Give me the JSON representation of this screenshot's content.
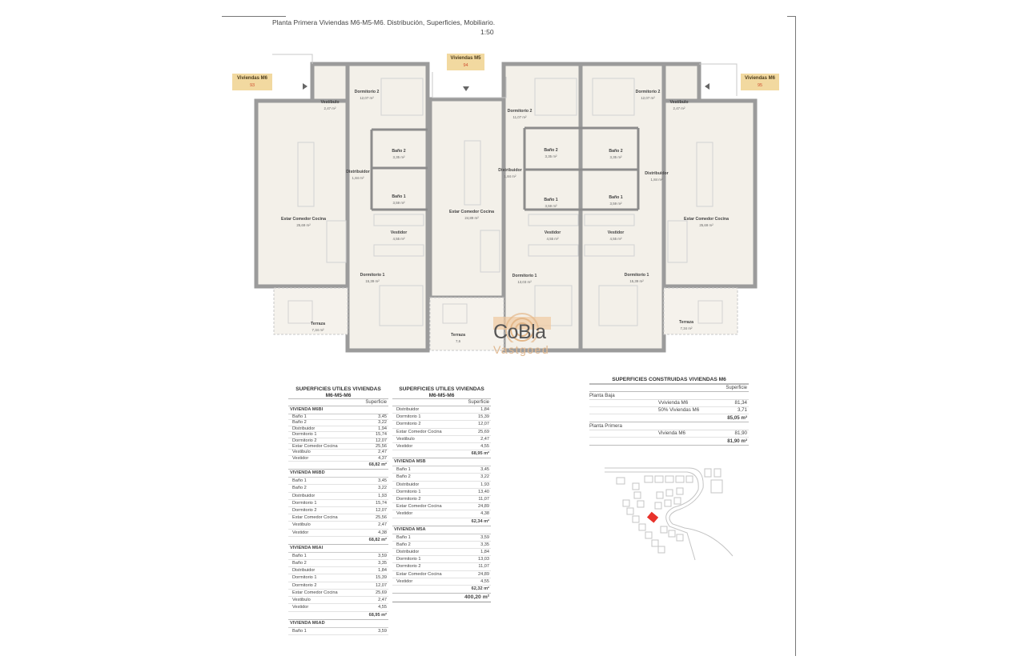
{
  "header": {
    "title": "Planta Primera Viviendas M6-M5-M6. Distribución, Superficies, Mobiliario.",
    "scale": "1:50"
  },
  "colors": {
    "wall": "#9b9b9b",
    "floor": "#f3f0e9",
    "tag": "#f2d9a0",
    "tag_code": "#d05030",
    "location_marker": "#e8322b"
  },
  "plan": {
    "tags": [
      {
        "name": "Viviendas M6",
        "code": "93"
      },
      {
        "name": "Viviendas M5",
        "code": "94"
      },
      {
        "name": "Viviendas M6",
        "code": "95"
      }
    ],
    "rooms": [
      {
        "name": "Vestíbulo",
        "area": "2,47 m²"
      },
      {
        "name": "Dormitorio 2",
        "area": "12,07 m²"
      },
      {
        "name": "Baño 2",
        "area": "3,35 m²"
      },
      {
        "name": "Distribuidor",
        "area": "1,84 m²"
      },
      {
        "name": "Baño 1",
        "area": "3,59 m²"
      },
      {
        "name": "Estar Comedor Cocina",
        "area": "25,69 m²"
      },
      {
        "name": "Vestidor",
        "area": "4,55 m²"
      },
      {
        "name": "Dormitorio 1",
        "area": "15,39 m²"
      },
      {
        "name": "Terraza",
        "area": "7,34 m²"
      },
      {
        "name": "Estar Comedor Cocina",
        "area": "24,89 m²"
      },
      {
        "name": "Dormitorio 2",
        "area": "11,07 m²"
      },
      {
        "name": "Baño 2",
        "area": "3,35 m²"
      },
      {
        "name": "Distribuidor",
        "area": "1,84 m²"
      },
      {
        "name": "Baño 1",
        "area": "3,59 m²"
      },
      {
        "name": "Vestidor",
        "area": "4,55 m²"
      },
      {
        "name": "Dormitorio 1",
        "area": "13,03 m²"
      },
      {
        "name": "Terraza",
        "area": "7,6"
      },
      {
        "name": "Dormitorio 2",
        "area": "12,07 m²"
      },
      {
        "name": "Vestíbulo",
        "area": "2,47 m²"
      },
      {
        "name": "Baño 2",
        "area": "3,35 m²"
      },
      {
        "name": "Distribuidor",
        "area": "1,84 m²"
      },
      {
        "name": "Baño 1",
        "area": "3,59 m²"
      },
      {
        "name": "Estar Comedor Cocina",
        "area": "25,69 m²"
      },
      {
        "name": "Vestidor",
        "area": "4,55 m²"
      },
      {
        "name": "Dormitorio 1",
        "area": "15,39 m²"
      },
      {
        "name": "Terraza",
        "area": "7,34 m²"
      }
    ]
  },
  "watermark": {
    "brand": "CoBla",
    "sub": "Vastgoed"
  },
  "tables": {
    "utiles_left": {
      "title1": "SUPERFICIES UTILES VIVIENDAS",
      "title2": "M6-M5-M6",
      "col_header": "Superficie",
      "groups": [
        {
          "name": "VIVIENDA M6BI",
          "rows": [
            {
              "label": "Baño 1",
              "value": "3,45"
            },
            {
              "label": "Baño 2",
              "value": "3,22"
            },
            {
              "label": "Distribuidor",
              "value": "1,94"
            },
            {
              "label": "Dormitorio 1",
              "value": "15,74"
            },
            {
              "label": "Dormitorio 2",
              "value": "12,07"
            },
            {
              "label": "Estar Comedor Cocina",
              "value": "25,56"
            },
            {
              "label": "Vestibulo",
              "value": "2,47"
            },
            {
              "label": "Vestidor",
              "value": "4,37"
            }
          ],
          "total": "68,82 m²"
        },
        {
          "name": "VIVIENDA M6BD",
          "rows": [
            {
              "label": "Baño 1",
              "value": "3,45"
            },
            {
              "label": "Baño 2",
              "value": "3,22"
            },
            {
              "label": "Distribuidor",
              "value": "1,93"
            },
            {
              "label": "Dormitorio 1",
              "value": "15,74"
            },
            {
              "label": "Dormitorio 2",
              "value": "12,07"
            },
            {
              "label": "Estar Comedor Cocina",
              "value": "25,56"
            },
            {
              "label": "Vestibulo",
              "value": "2,47"
            },
            {
              "label": "Vestidor",
              "value": "4,38"
            }
          ],
          "total": "68,82 m²"
        },
        {
          "name": "VIVIENDA M6AI",
          "rows": [
            {
              "label": "Baño 1",
              "value": "3,59"
            },
            {
              "label": "Baño 2",
              "value": "3,35"
            },
            {
              "label": "Distribuidor",
              "value": "1,84"
            },
            {
              "label": "Dormitorio 1",
              "value": "15,39"
            },
            {
              "label": "Dormitorio 2",
              "value": "12,07"
            },
            {
              "label": "Estar Comedor Cocina",
              "value": "25,69"
            },
            {
              "label": "Vestibulo",
              "value": "2,47"
            },
            {
              "label": "Vestidor",
              "value": "4,55"
            }
          ],
          "total": "68,95 m²"
        },
        {
          "name": "VIVIENDA M6AD",
          "rows": [
            {
              "label": "Baño 1",
              "value": "3,59"
            }
          ],
          "total": null
        }
      ]
    },
    "utiles_right": {
      "title1": "SUPERFICIES UTILES VIVIENDAS",
      "title2": "M6-M5-M6",
      "col_header": "Superficie",
      "groups": [
        {
          "name": null,
          "rows": [
            {
              "label": "Distribuidor",
              "value": "1,84"
            },
            {
              "label": "Dormitorio 1",
              "value": "15,39"
            },
            {
              "label": "Dormitorio 2",
              "value": "12,07"
            },
            {
              "label": "Estar Comedor Cocina",
              "value": "25,69"
            },
            {
              "label": "Vestibulo",
              "value": "2,47"
            },
            {
              "label": "Vestidor",
              "value": "4,55"
            }
          ],
          "total": "68,95 m²"
        },
        {
          "name": "VIVIENDA M5B",
          "rows": [
            {
              "label": "Baño 1",
              "value": "3,45"
            },
            {
              "label": "Baño 2",
              "value": "3,22"
            },
            {
              "label": "Distribuidor",
              "value": "1,93"
            },
            {
              "label": "Dormitorio 1",
              "value": "13,40"
            },
            {
              "label": "Dormitorio 2",
              "value": "11,07"
            },
            {
              "label": "Estar Comedor Cocina",
              "value": "24,89"
            },
            {
              "label": "Vestidor",
              "value": "4,38"
            }
          ],
          "total": "62,34 m²"
        },
        {
          "name": "VIVIENDA M5A",
          "rows": [
            {
              "label": "Baño 1",
              "value": "3,59"
            },
            {
              "label": "Baño 2",
              "value": "3,35"
            },
            {
              "label": "Distribuidor",
              "value": "1,84"
            },
            {
              "label": "Dormitorio 1",
              "value": "13,03"
            },
            {
              "label": "Dormitorio 2",
              "value": "11,07"
            },
            {
              "label": "Estar Comedor Cocina",
              "value": "24,89"
            },
            {
              "label": "Vestidor",
              "value": "4,55"
            }
          ],
          "total": "62,32 m²"
        }
      ],
      "grand_total": "400,20 m²"
    },
    "construidas": {
      "title": "SUPERFICIES CONSTRUIDAS VIVIENDAS M6",
      "col_header": "Superficie",
      "sections": [
        {
          "name": "Planta Baja",
          "rows": [
            {
              "label": "Vvivienda M6",
              "value": "81,34"
            },
            {
              "label": "50% Viviendas M6",
              "value": "3,71"
            }
          ],
          "total": "85,05 m²"
        },
        {
          "name": "Planta Primera",
          "rows": [
            {
              "label": "Vivienda M6",
              "value": "81,90"
            }
          ],
          "total": "81,90 m²"
        }
      ]
    }
  }
}
